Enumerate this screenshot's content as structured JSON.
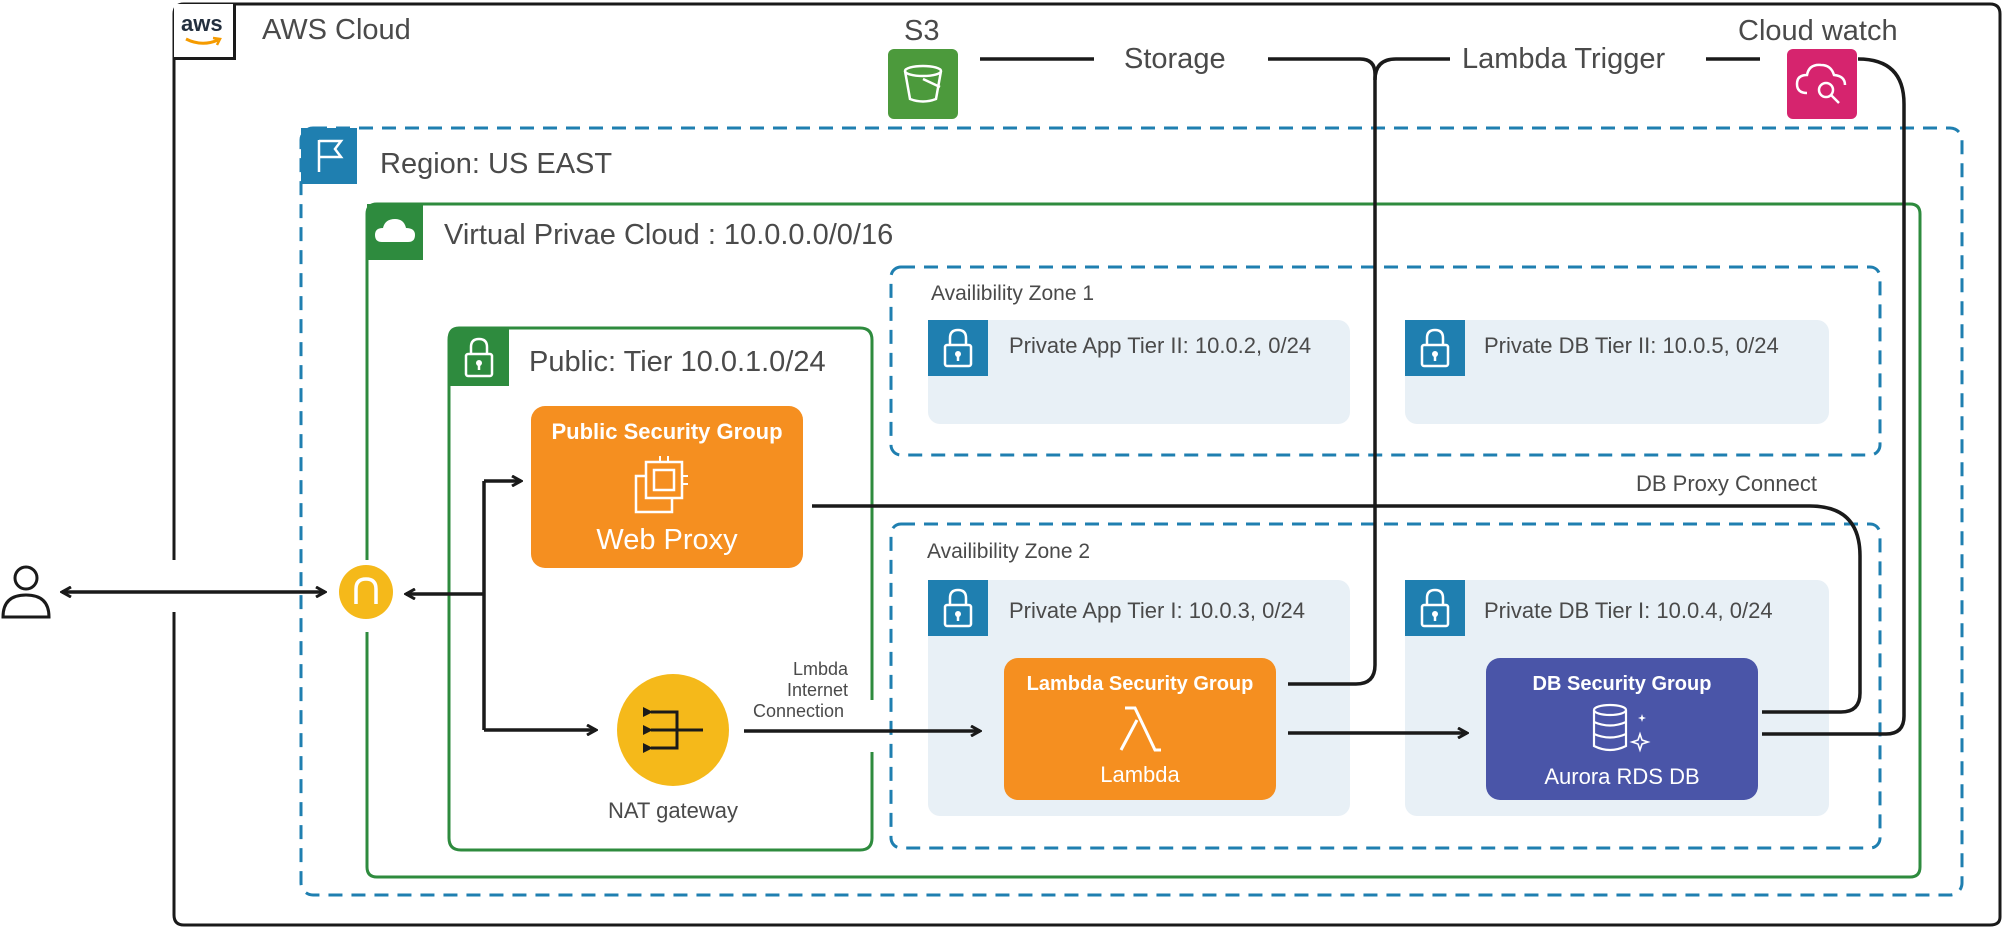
{
  "colors": {
    "outline": "#1a1a1a",
    "region_blue": "#1f7fb0",
    "vpc_green": "#2e8b3e",
    "subnet_fill": "#e8f0f6",
    "orange": "#f58f20",
    "purple": "#4a55a8",
    "yellow": "#f5b91a",
    "s3_green": "#4c9a3c",
    "cloudwatch_pink": "#d6246e",
    "text": "#4a4a4a"
  },
  "aws_cloud": {
    "logo_text": "aws",
    "label": "AWS Cloud"
  },
  "s3": {
    "label": "S3",
    "icon": "bucket-icon"
  },
  "cloudwatch": {
    "label": "Cloud watch",
    "icon": "cloud-search-icon"
  },
  "connections": {
    "storage": "Storage",
    "lambda_trigger": "Lambda Trigger",
    "db_proxy_connect": "DB Proxy Connect",
    "lambda_internet": [
      "Lmbda",
      "Internet",
      "Connection"
    ]
  },
  "region": {
    "label": "Region: US EAST",
    "icon": "flag-icon"
  },
  "vpc": {
    "label": "Virtual Privae Cloud :  10.0.0.0/0/16",
    "icon": "cloud-icon"
  },
  "public_tier": {
    "label": "Public: Tier 10.0.1.0/24",
    "icon": "lock-icon",
    "security_group": {
      "title": "Public Security Group",
      "service": "Web Proxy",
      "icon": "chip-icon"
    },
    "nat": {
      "label": "NAT gateway",
      "icon": "nat-gateway-icon"
    }
  },
  "zone1": {
    "label": "Availibility Zone 1",
    "app_tier": "Private App Tier II: 10.0.2, 0/24",
    "db_tier": "Private DB Tier II: 10.0.5, 0/24"
  },
  "zone2": {
    "label": "Availibility Zone 2",
    "app_tier": "Private App Tier I: 10.0.3, 0/24",
    "db_tier": "Private DB Tier I: 10.0.4, 0/24",
    "lambda_group": {
      "title": "Lambda Security Group",
      "service": "Lambda",
      "icon": "lambda-icon"
    },
    "db_group": {
      "title": "DB Security Group",
      "service": "Aurora RDS DB",
      "icon": "database-icon"
    }
  },
  "user": {
    "icon": "user-icon"
  },
  "internet_gateway": {
    "icon": "internet-gateway-icon"
  }
}
